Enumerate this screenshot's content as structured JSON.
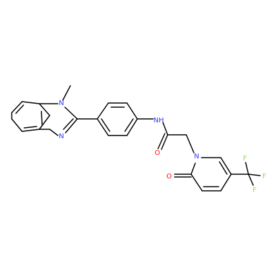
{
  "atoms": {
    "n_methyl": "N",
    "n_imidazole": "N",
    "nh": "NH",
    "o_amide": "O",
    "n_pyridone": "N",
    "o_pyridone": "O",
    "f1": "F",
    "f2": "F",
    "f3": "F"
  },
  "colors": {
    "bond": "#000000",
    "nitrogen": "#3333ff",
    "oxygen": "#ff0d0d",
    "fluorine": "#90e050"
  }
}
